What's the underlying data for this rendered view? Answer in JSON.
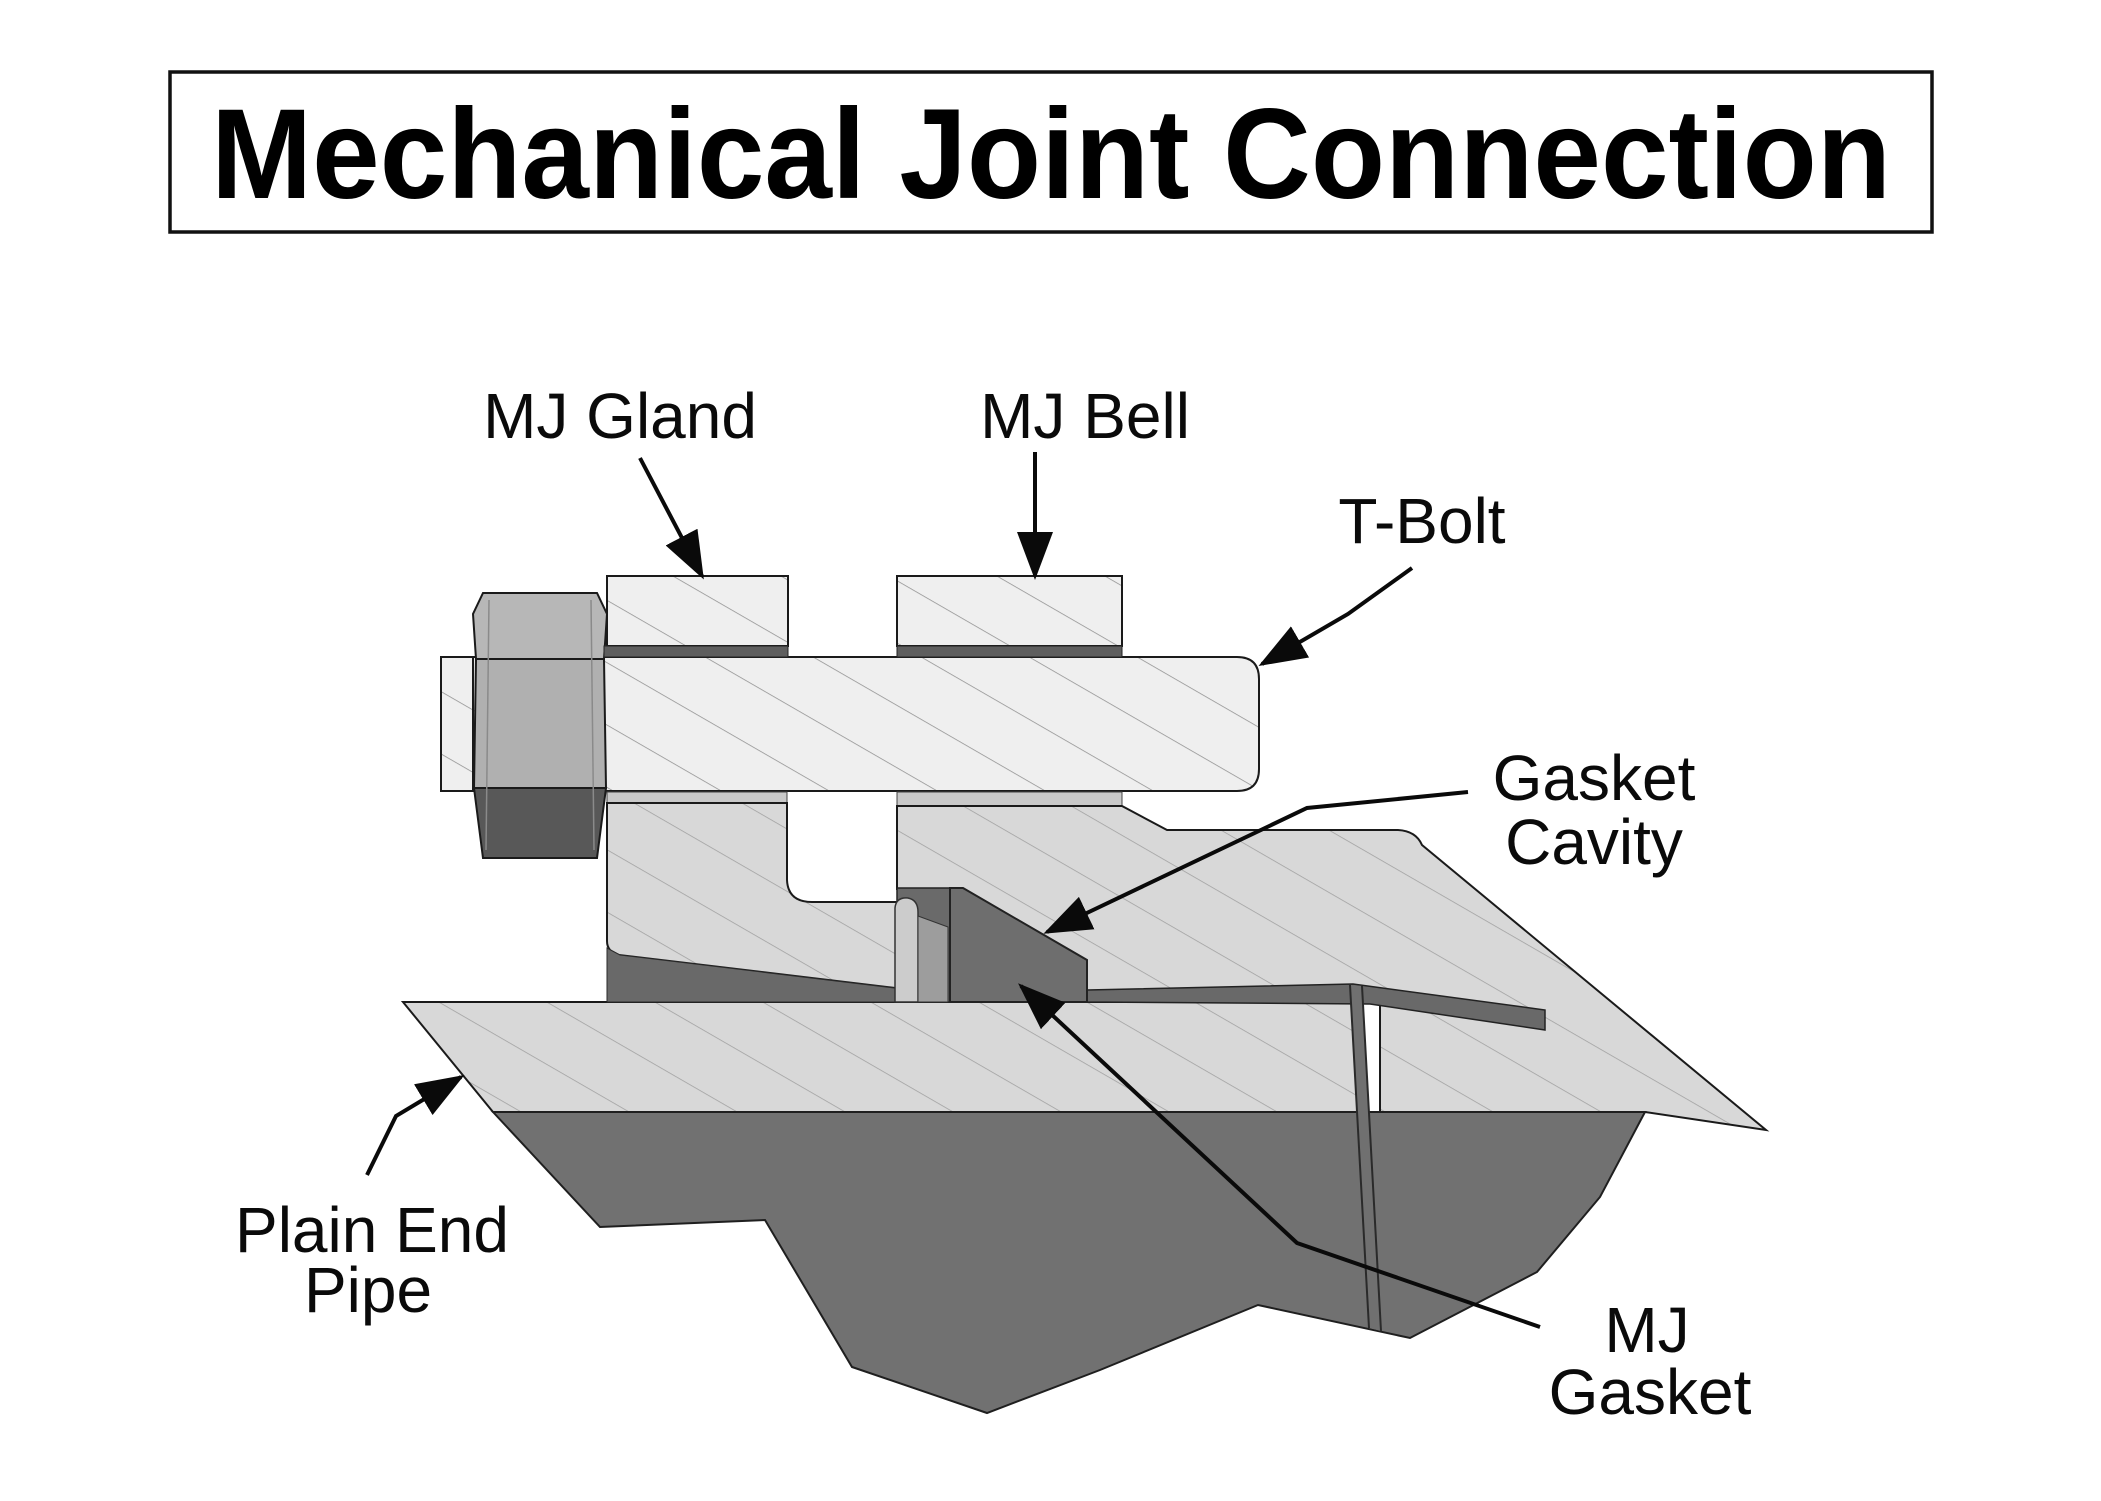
{
  "title": "Mechanical Joint Connection",
  "labels": {
    "gland": "MJ Gland",
    "bell": "MJ Bell",
    "tbolt": "T-Bolt",
    "cavity_line1": "Gasket",
    "cavity_line2": "Cavity",
    "pipe_line1": "Plain End",
    "pipe_line2": "Pipe",
    "gasket_line1": "MJ",
    "gasket_line2": "Gasket"
  },
  "colors": {
    "background": "#ffffff",
    "outline": "#1a1a1a",
    "dark_gray": "#6e6e6e",
    "interior_gray": "#717171",
    "washer_strip": "#5e5e5e",
    "under_bolt_strip": "#c9c9c9",
    "nut_top": "#b7b7b7",
    "nut_mid": "#b0b0b0",
    "nut_bottom": "#585858",
    "gland_nose": "#cccccc",
    "gasket_side": "#9d9d9d",
    "hatch_light_fill": "#efefef",
    "hatch_mid_fill": "#d8d8d8"
  }
}
